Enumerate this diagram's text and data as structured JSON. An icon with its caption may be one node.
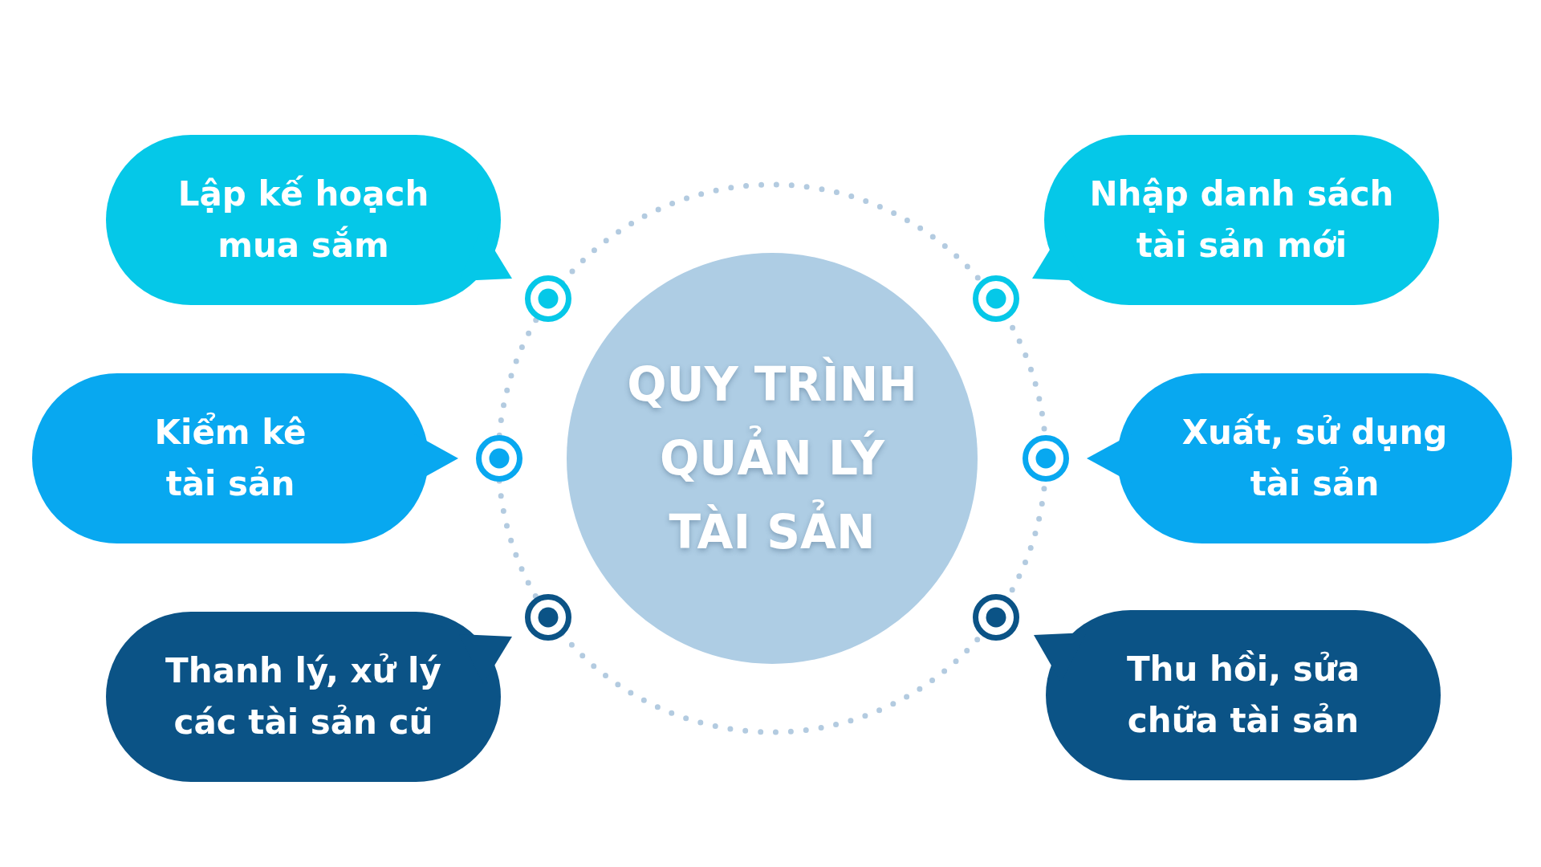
{
  "diagram": {
    "nodes": [
      {
        "text": [
          "QUY TRÌNH QUẢN LÝ TÀI SẢN"
        ]
      },
      {
        "text": [
          "Lập kế hoạch mua sắm"
        ]
      },
      {
        "text": [
          "Nhập danh sách tài sản mới"
        ]
      },
      {
        "text": [
          "Kiểm kê tài sản"
        ]
      },
      {
        "text": [
          "Xuất, sử dụng tài sản"
        ]
      },
      {
        "text": [
          "Thanh lý, xử lý các tài sản cũ"
        ]
      },
      {
        "text": [
          "Thu hồi, sửa chữa tài sản"
        ]
      }
    ]
  }
}
